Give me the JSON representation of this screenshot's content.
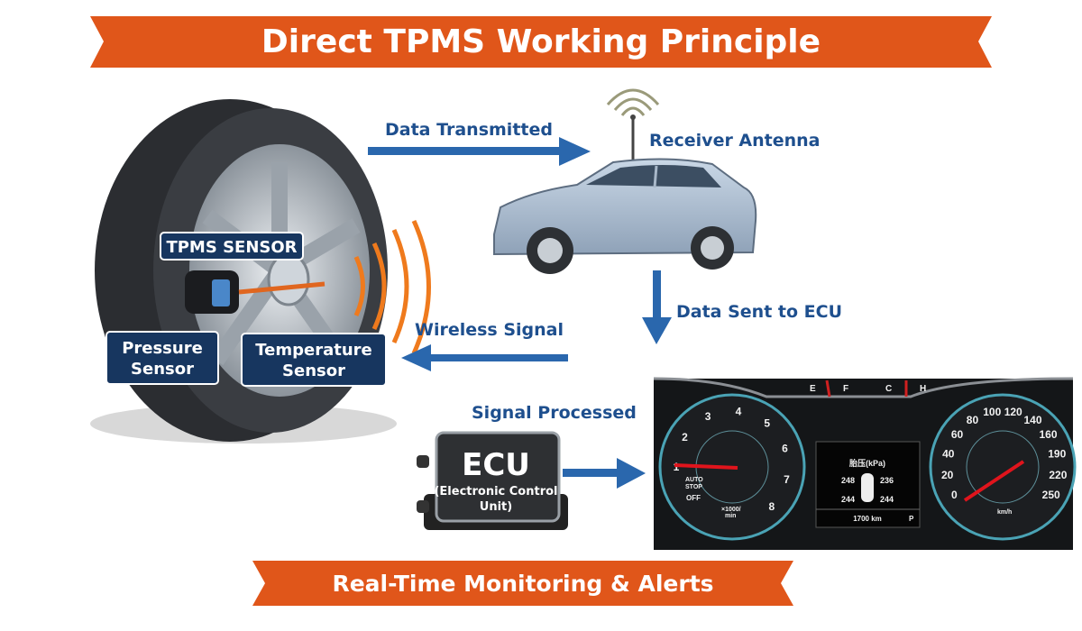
{
  "title": "Direct TPMS Working Principle",
  "footer": "Real-Time Monitoring & Alerts",
  "labels": {
    "data_transmitted": "Data Transmitted",
    "receiver_antenna": "Receiver Antenna",
    "data_sent_to_ecu": "Data Sent to ECU",
    "wireless_signal": "Wireless Signal",
    "signal_processed": "Signal Processed",
    "tpms_sensor": "TPMS SENSOR",
    "pressure_sensor_1": "Pressure",
    "pressure_sensor_2": "Sensor",
    "temperature_sensor_1": "Temperature",
    "temperature_sensor_2": "Sensor"
  },
  "ecu": {
    "title": "ECU",
    "subtitle_1": "(Electronic Control",
    "subtitle_2": "Unit)"
  },
  "dashboard": {
    "tach_ticks": [
      "1",
      "2",
      "3",
      "4",
      "5",
      "6",
      "7",
      "8"
    ],
    "tach_unit_1": "×1000/",
    "tach_unit_2": "min",
    "auto_stop_1": "AUTO",
    "auto_stop_2": "STOP",
    "off": "OFF",
    "speed_ticks": [
      "0",
      "20",
      "40",
      "60",
      "80",
      "100",
      "120",
      "140",
      "160",
      "190",
      "220",
      "250"
    ],
    "speed_unit": "km/h",
    "fuel_e": "E",
    "fuel_f": "F",
    "temp_c": "C",
    "temp_h": "H",
    "screen_title": "胎压(kPa)",
    "front_left": "248",
    "front_right": "236",
    "rear_left": "244",
    "rear_right": "244",
    "odometer": "1700 km",
    "gear": "P"
  },
  "colors": {
    "accent": "#e0561a",
    "text_blue": "#1e4f8e",
    "label_navy": "#17365f"
  }
}
